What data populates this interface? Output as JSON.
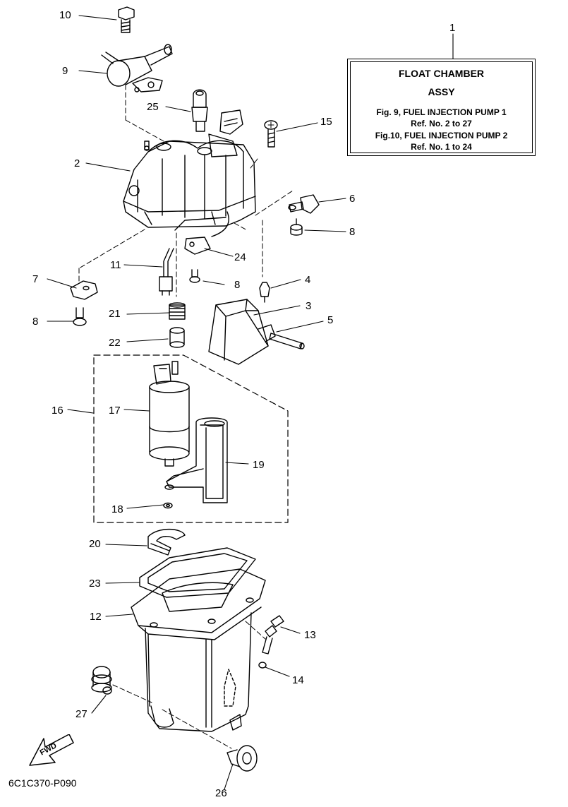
{
  "reference_box": {
    "title": "FLOAT CHAMBER",
    "subtitle": "ASSY",
    "line1": "Fig.  9, FUEL INJECTION PUMP 1",
    "line2": "Ref. No. 2 to 27",
    "line3": "Fig.10, FUEL INJECTION PUMP 2",
    "line4": "Ref. No. 1 to 24"
  },
  "callouts": {
    "c1": "1",
    "c2": "2",
    "c3": "3",
    "c4": "4",
    "c5": "5",
    "c6": "6",
    "c7": "7",
    "c8a": "8",
    "c8b": "8",
    "c8c": "8",
    "c9": "9",
    "c10": "10",
    "c11": "11",
    "c12": "12",
    "c13": "13",
    "c14": "14",
    "c15": "15",
    "c16": "16",
    "c17": "17",
    "c18": "18",
    "c19": "19",
    "c20": "20",
    "c21": "21",
    "c22": "22",
    "c23": "23",
    "c24": "24",
    "c25": "25",
    "c26": "26",
    "c27": "27"
  },
  "fwd_label": "FWD",
  "drawing_code": "6C1C370-P090"
}
